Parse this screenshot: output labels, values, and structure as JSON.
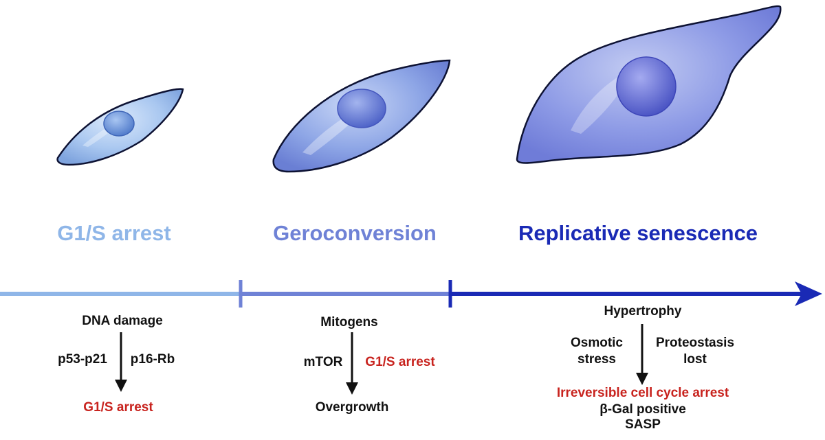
{
  "colors": {
    "stage1": "#8fb6e8",
    "stage2": "#6f82d6",
    "stage3": "#1a2ab5",
    "red": "#c8231e",
    "text": "#111111"
  },
  "stages": [
    {
      "title": "G1/S arrest",
      "cause": "DNA damage",
      "left_pathway": "p53-p21",
      "right_pathway": "p16-Rb",
      "result": "G1/S arrest"
    },
    {
      "title": "Geroconversion",
      "cause": "Mitogens",
      "left_pathway": "mTOR",
      "right_pathway": "G1/S arrest",
      "result": "Overgrowth"
    },
    {
      "title": "Replicative senescence",
      "cause": "Hypertrophy",
      "left_pathway": "Osmotic stress",
      "right_pathway": "Proteostasis lost",
      "result": "Irreversible cell cycle arrest",
      "markers": [
        "β-Gal positive",
        "SASP"
      ]
    }
  ]
}
